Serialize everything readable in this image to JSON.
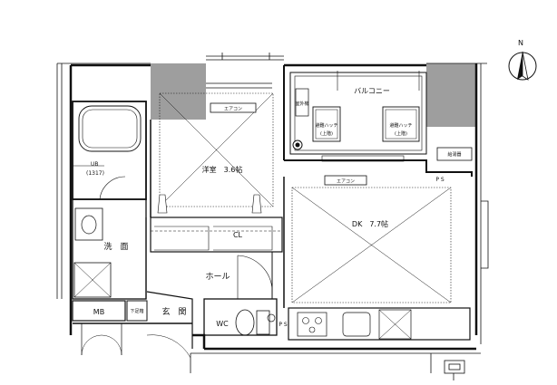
{
  "rooms": {
    "balcony": "バルコニー",
    "western": "洋室　3.6帖",
    "dk": "DK　7.7帖",
    "wash": "洗　面",
    "hall": "ホール",
    "entrance": "玄　関",
    "wc": "WC",
    "ub": "UB",
    "ub_size": "(1317)",
    "mb": "MB",
    "shoes": "下足箱",
    "cl": "CL",
    "ps1": "P S",
    "ps2": "P S"
  },
  "fixtures": {
    "ac1": "エアコン",
    "ac2": "エアコン",
    "hatch1": "避難ハッチ",
    "hatch1_sub": "(上階)",
    "hatch2": "避難ハッチ",
    "hatch2_sub": "(上階)",
    "outdoor_unit": "室外機",
    "meter": "給湯器"
  },
  "compass": {
    "north": "N"
  }
}
